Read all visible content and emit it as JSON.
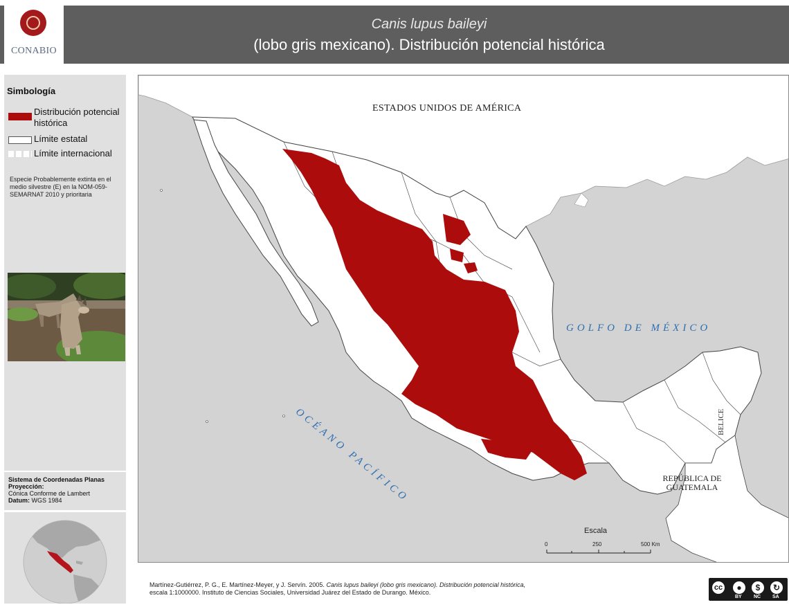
{
  "header": {
    "logo_text": "CONABIO",
    "title_species": "Canis lupus baileyi",
    "title_description": "(lobo gris mexicano). Distribución potencial histórica"
  },
  "legend": {
    "title": "Simbología",
    "items": [
      {
        "label": "Distribución potencial histórica",
        "color": "#ac0c0c"
      },
      {
        "label": "Límite estatal"
      },
      {
        "label": "Límite internacional"
      }
    ],
    "status_note": "Especie Probablemente extinta en el medio silvestre (E) en la NOM-059-SEMARNAT 2010 y prioritaria"
  },
  "coordinates": {
    "system": "Sistema de Coordenadas Planas",
    "projection_label": "Proyección:",
    "projection": "Cónica Conforme de Lambert",
    "datum_label": "Datum:",
    "datum": "WGS 1984"
  },
  "map": {
    "labels": {
      "usa": "ESTADOS UNIDOS DE AMÉRICA",
      "gulf": "GOLFO DE MÉXICO",
      "ocean": "OCÉANO PACÍFICO",
      "belize": "BELICE",
      "guatemala": "REPÚBLICA DE GUATEMALA"
    },
    "colors": {
      "ocean": "#d3d3d3",
      "land": "#ffffff",
      "distribution": "#ac0c0c",
      "water_labels": "#2f6fb0"
    }
  },
  "scale": {
    "title": "Escala",
    "ticks": [
      "0",
      "250",
      "500 Km"
    ]
  },
  "citation": {
    "authors": "Martínez-Gutiérrez, P. G., E. Martínez-Meyer, y J.  Servín. 2005.",
    "title": "Canis lupus baileyi (lobo gris mexicano). Distribución potencial histórica,",
    "rest": "escala 1:1000000. Instituto de Ciencias Sociales, Universidad Juárez del Estado de Durango. México."
  },
  "license": {
    "logo": "cc",
    "badges": [
      "BY",
      "NC",
      "SA"
    ]
  }
}
